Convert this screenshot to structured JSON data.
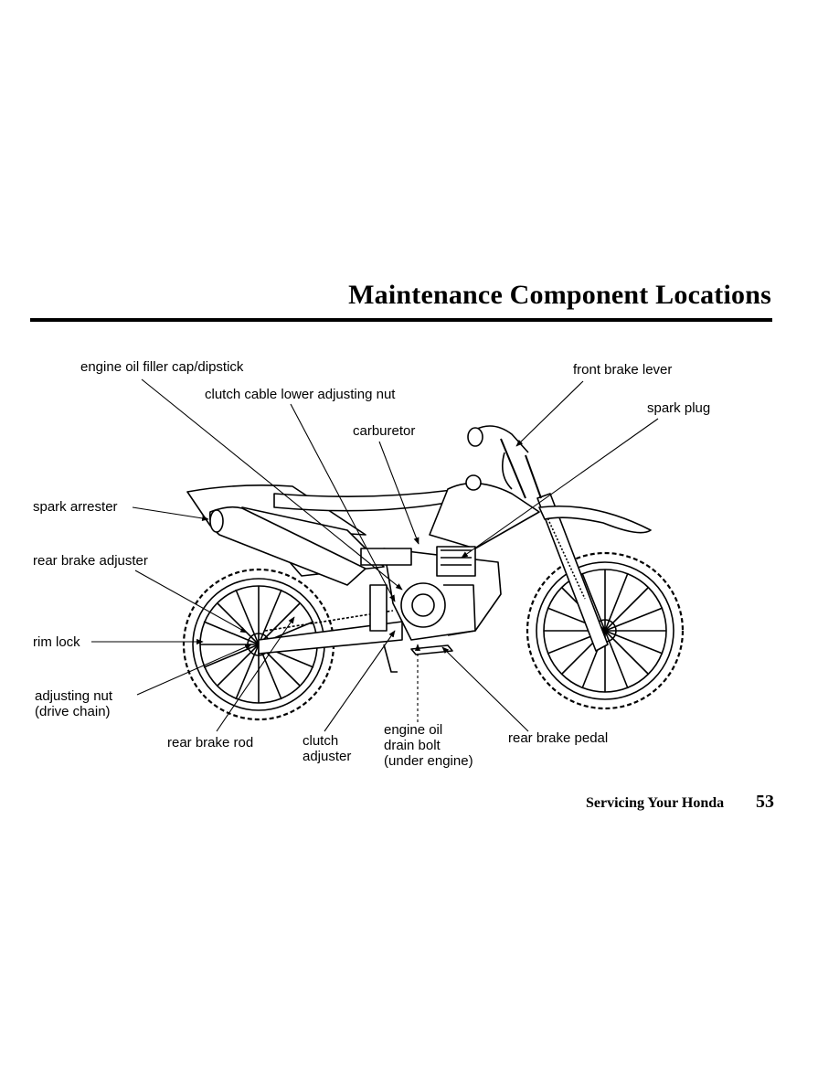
{
  "page": {
    "title": "Maintenance Component Locations",
    "section": "Servicing Your Honda",
    "page_number": "53"
  },
  "diagram": {
    "labels": {
      "oil_filler": "engine oil filler cap/dipstick",
      "clutch_cable_nut": "clutch cable lower adjusting nut",
      "carburetor": "carburetor",
      "front_brake_lever": "front brake lever",
      "spark_plug": "spark plug",
      "spark_arrester": "spark arrester",
      "rear_brake_adjuster": "rear brake adjuster",
      "rim_lock": "rim lock",
      "adjusting_nut_line1": "adjusting nut",
      "adjusting_nut_line2": "(drive chain)",
      "rear_brake_rod": "rear brake rod",
      "clutch_adjuster_line1": "clutch",
      "clutch_adjuster_line2": "adjuster",
      "drain_bolt_line1": "engine oil",
      "drain_bolt_line2": "drain bolt",
      "drain_bolt_line3": "(under engine)",
      "rear_brake_pedal": "rear brake pedal"
    }
  }
}
